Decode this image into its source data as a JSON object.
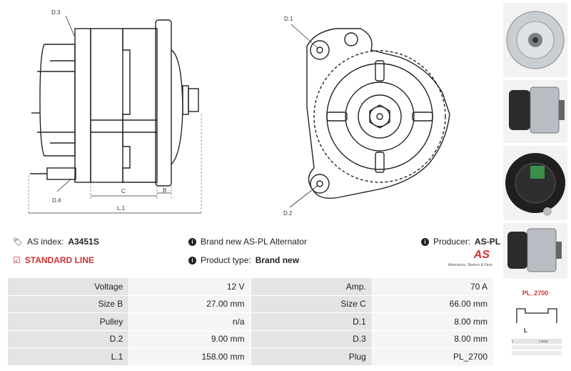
{
  "dimensions": {
    "d3": "D.3",
    "d4": "D.4",
    "c": "C",
    "b": "B",
    "l1": "L.1",
    "d1": "D.1",
    "d2": "D.2"
  },
  "info": {
    "as_index_label": "AS index:",
    "as_index_value": "A3451S",
    "standard_line": "STANDARD LINE",
    "brand_new_text": "Brand new AS-PL Alternator",
    "product_type_label": "Product type:",
    "product_type_value": "Brand new",
    "producer_label": "Producer:",
    "producer_value": "AS-PL"
  },
  "logo": {
    "text": "AS",
    "tagline": "Alternators, Starters & Parts"
  },
  "specs": [
    [
      {
        "k": "Voltage",
        "v": "12 V"
      },
      {
        "k": "Amp.",
        "v": "70 A"
      }
    ],
    [
      {
        "k": "Size B",
        "v": "27.00 mm"
      },
      {
        "k": "Size C",
        "v": "66.00 mm"
      }
    ],
    [
      {
        "k": "Pulley",
        "v": "n/a"
      },
      {
        "k": "D.1",
        "v": "8.00 mm"
      }
    ],
    [
      {
        "k": "D.2",
        "v": "9.00 mm"
      },
      {
        "k": "D.3",
        "v": "8.00 mm"
      }
    ],
    [
      {
        "k": "L.1",
        "v": "158.00 mm"
      },
      {
        "k": "Plug",
        "v": "PL_2700"
      }
    ]
  ],
  "side": {
    "plug_label": "PL_2700",
    "plug_dim": "L",
    "legend_key": "L",
    "legend_val": "Lamp"
  },
  "colors": {
    "accent_red": "#d32f2f",
    "key_cell": "#e4e4e4",
    "value_cell": "#f5f5f5"
  }
}
